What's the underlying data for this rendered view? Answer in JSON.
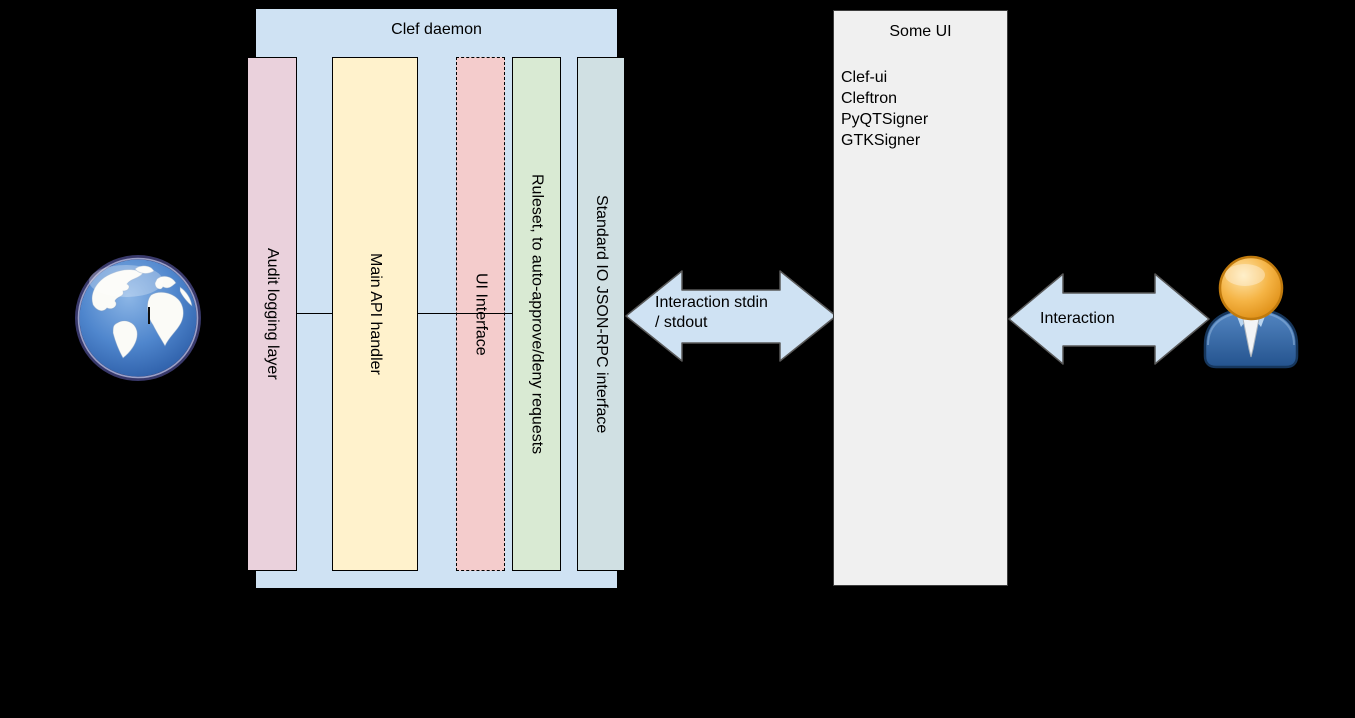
{
  "diagram": {
    "daemon": {
      "title": "Clef daemon",
      "layers": [
        {
          "label": "Audit logging layer",
          "color": "#ead1dc",
          "border": "solid"
        },
        {
          "label": "Main API handler",
          "color": "#fff2cc",
          "border": "solid"
        },
        {
          "label": "UI Interface",
          "color": "#f4cccc",
          "border": "dashed"
        },
        {
          "label": "Ruleset, to auto-approve/deny requests",
          "color": "#d9ead3",
          "border": "solid"
        },
        {
          "label": "Standard IO JSON-RPC interface",
          "color": "#d0e0e3",
          "border": "solid"
        }
      ]
    },
    "connection_left": {
      "label_line1": "Interaction stdin",
      "label_line2": "/ stdout"
    },
    "some_ui": {
      "title": "Some UI",
      "implementations": [
        "Clef-ui",
        "Cleftron",
        "PyQTSigner",
        "GTKSigner"
      ]
    },
    "connection_right": {
      "label_line1": "Interaction"
    },
    "icons": {
      "left": "globe-icon",
      "right": "user-icon"
    }
  },
  "colors": {
    "background": "#000000",
    "daemon_box": "#cfe2f3",
    "audit_layer": "#ead1dc",
    "api_handler": "#fff2cc",
    "ui_interface": "#f4cccc",
    "ruleset": "#d9ead3",
    "stdio_interface": "#d0e0e3",
    "some_ui_box": "#f0f0f0",
    "arrow_fill": "#cfe2f3",
    "arrow_stroke": "#595959",
    "text": "#000000"
  }
}
